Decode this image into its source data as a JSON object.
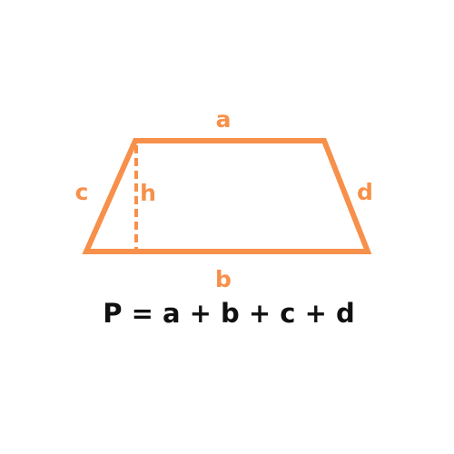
{
  "colors": {
    "accent": "#f7904a",
    "text": "#111111",
    "background": "#ffffff"
  },
  "labels": {
    "top": "a",
    "bottom": "b",
    "left": "c",
    "right": "d",
    "height": "h"
  },
  "formula": "P = a + b + c + d"
}
